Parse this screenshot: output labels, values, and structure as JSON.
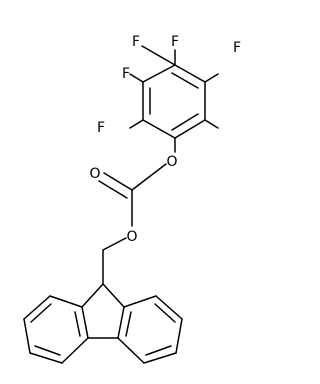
{
  "structure": {
    "atoms": {
      "f_top_left": "F",
      "f_top_right": "F",
      "f_upper_left": "F",
      "f_upper_right": "F",
      "f_lower_left": "F",
      "o_aryl": "O",
      "o_carbonyl": "O",
      "o_ester": "O"
    }
  }
}
